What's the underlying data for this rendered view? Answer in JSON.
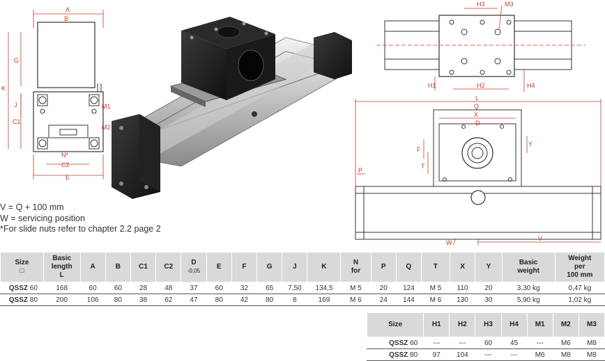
{
  "drawing_labels": {
    "A": "A",
    "B": "B",
    "G": "G",
    "K": "K",
    "J": "J",
    "C1": "C1",
    "M1": "M1",
    "M2": "M2",
    "N": "N*",
    "C2": "C2",
    "E": "E",
    "H3": "H3",
    "M3": "M3",
    "H1": "H1",
    "H2": "H2",
    "H4": "H4",
    "L": "L",
    "Q": "Q",
    "X": "X",
    "D": "D",
    "F": "F",
    "Y": "Y",
    "T": "T",
    "P": "P",
    "W": "W",
    "V": "V"
  },
  "notes": [
    "V = Q + 100 mm",
    "W = servicing position",
    "*For slide nuts refer to chapter 2.2 page 2"
  ],
  "table1": {
    "headers": [
      {
        "l1": "Size",
        "l2": "□"
      },
      {
        "l1": "Basic",
        "l2": "length",
        "l3": "L"
      },
      {
        "l1": "A"
      },
      {
        "l1": "B"
      },
      {
        "l1": "C1"
      },
      {
        "l1": "C2"
      },
      {
        "l1": "D",
        "l2": "-0,05"
      },
      {
        "l1": "E"
      },
      {
        "l1": "F"
      },
      {
        "l1": "G"
      },
      {
        "l1": "J"
      },
      {
        "l1": "K"
      },
      {
        "l1": "N",
        "l2": "for"
      },
      {
        "l1": "P"
      },
      {
        "l1": "Q"
      },
      {
        "l1": "T"
      },
      {
        "l1": "X"
      },
      {
        "l1": "Y"
      },
      {
        "l1": "Basic",
        "l2": "weight"
      },
      {
        "l1": "Weight",
        "l2": "per",
        "l3": "100 mm"
      }
    ],
    "rows": [
      {
        "prefix": "QSSZ",
        "size": "60",
        "cells": [
          "168",
          "60",
          "60",
          "28",
          "48",
          "37",
          "60",
          "32",
          "65",
          "7,50",
          "134,5",
          "M 5",
          "20",
          "124",
          "M 5",
          "110",
          "20",
          "3,30 kg",
          "0,47 kg"
        ]
      },
      {
        "prefix": "QSSZ",
        "size": "80",
        "cells": [
          "200",
          "106",
          "80",
          "38",
          "62",
          "47",
          "80",
          "42",
          "80",
          "8",
          "169",
          "M 6",
          "24",
          "144",
          "M 6",
          "130",
          "30",
          "5,90 kg",
          "1,02 kg"
        ]
      }
    ]
  },
  "table2": {
    "headers": [
      "Size",
      "H1",
      "H2",
      "H3",
      "H4",
      "M1",
      "M2",
      "M3"
    ],
    "rows": [
      {
        "prefix": "QSSZ",
        "size": "60",
        "cells": [
          "---",
          "---",
          "60",
          "45",
          "---",
          "M6",
          "M8"
        ]
      },
      {
        "prefix": "QSSZ",
        "size": "80",
        "cells": [
          "97",
          "104",
          "---",
          "---",
          "M6",
          "M8",
          "M8"
        ]
      }
    ]
  },
  "colors": {
    "dimension": "#c0392b",
    "outline": "#333333",
    "header_bg": "#d9d9d9"
  }
}
